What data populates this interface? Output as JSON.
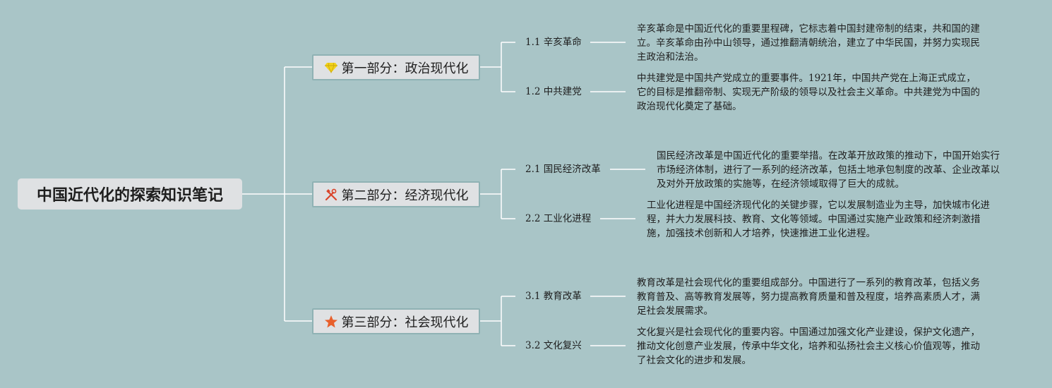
{
  "root": {
    "title": "中国近代化的探索知识笔记"
  },
  "parts": [
    {
      "title": "第一部分：政治现代化",
      "icon": "diamond-icon",
      "icon_color": "#f2d21b",
      "subs": [
        {
          "label": "1.1 辛亥革命",
          "desc": "辛亥革命是中国近代化的重要里程碑，它标志着中国封建帝制的结束，共和国的建立。辛亥革命由孙中山领导，通过推翻清朝统治，建立了中华民国，并努力实现民主政治和法治。"
        },
        {
          "label": "1.2 中共建党",
          "desc": "中共建党是中国共产党成立的重要事件。1921年，中国共产党在上海正式成立，它的目标是推翻帝制、实现无产阶级的领导以及社会主义革命。中共建党为中国的政治现代化奠定了基础。"
        }
      ]
    },
    {
      "title": "第二部分：经济现代化",
      "icon": "tools-icon",
      "icon_color": "#d9452b",
      "subs": [
        {
          "label": "2.1 国民经济改革",
          "desc": "国民经济改革是中国近代化的重要举措。在改革开放政策的推动下，中国开始实行市场经济体制，进行了一系列的经济改革，包括土地承包制度的改革、企业改革以及对外开放政策的实施等，在经济领域取得了巨大的成就。"
        },
        {
          "label": "2.2 工业化进程",
          "desc": "工业化进程是中国经济现代化的关键步骤，它以发展制造业为主导，加快城市化进程，并大力发展科技、教育、文化等领域。中国通过实施产业政策和经济刺激措施，加强技术创新和人才培养，快速推进工业化进程。"
        }
      ]
    },
    {
      "title": "第三部分：社会现代化",
      "icon": "star-icon",
      "icon_color": "#e8602c",
      "subs": [
        {
          "label": "3.1 教育改革",
          "desc": "教育改革是社会现代化的重要组成部分。中国进行了一系列的教育改革，包括义务教育普及、高等教育发展等，努力提高教育质量和普及程度，培养高素质人才，满足社会发展需求。"
        },
        {
          "label": "3.2 文化复兴",
          "desc": "文化复兴是社会现代化的重要内容。中国通过加强文化产业建设，保护文化遗产，推动文化创意产业发展，传承中华文化，培养和弘扬社会主义核心价值观等，推动了社会文化的进步和发展。"
        }
      ]
    }
  ]
}
